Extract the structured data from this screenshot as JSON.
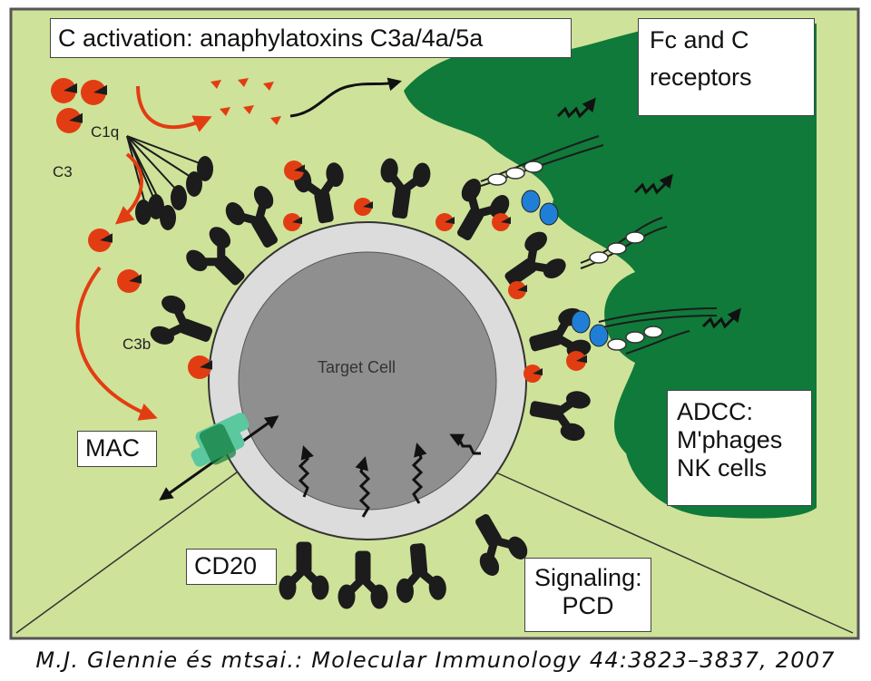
{
  "labels": {
    "c_activation": "C activation: anaphylatoxins  C3a/4a/5a",
    "fc_receptors_1": "Fc and C",
    "fc_receptors_2": "receptors",
    "c1q": "C1q",
    "c3": "C3",
    "c3b": "C3b",
    "target_cell": "Target Cell",
    "mac": "MAC",
    "cd20": "CD20",
    "adcc_1": "ADCC:",
    "adcc_2": "M'phages",
    "adcc_3": "NK cells",
    "signaling_1": "Signaling:",
    "signaling_2": "PCD"
  },
  "caption": "M.J. Glennie és mtsai.: Molecular Immunology 44:3823–3837, 2007",
  "colors": {
    "background": "#cfe29a",
    "effector_cell": "#0f7a3a",
    "cell_membrane": "#dcdcdc",
    "cell_interior": "#8f8f8f",
    "antibody": "#1c1c1c",
    "complement": "#e23d12",
    "fc_receptor_blue": "#1f7fd6",
    "mac_channel": "#5cc8a0"
  }
}
